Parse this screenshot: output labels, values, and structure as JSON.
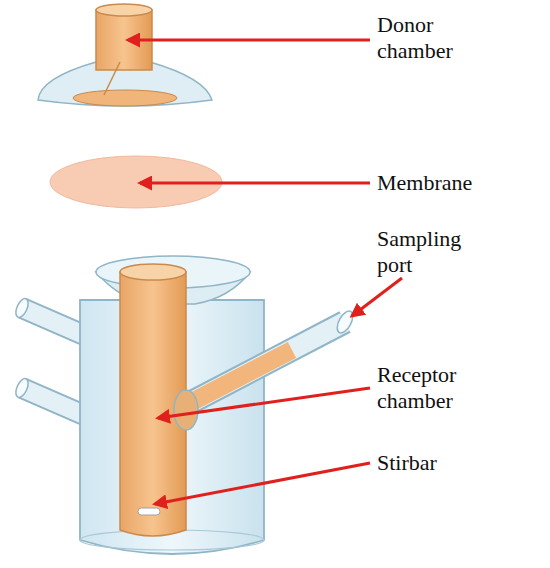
{
  "diagram": {
    "labels": [
      "Donor chamber",
      "Membrane",
      "Sampling port",
      "Receptor chamber",
      "Stirbar"
    ]
  }
}
